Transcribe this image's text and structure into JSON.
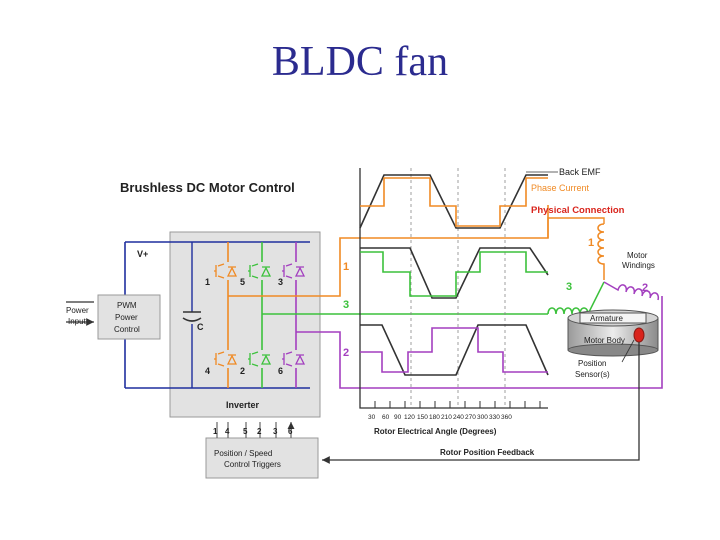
{
  "title": "BLDC fan",
  "diagram": {
    "heading": "Brushless DC Motor Control",
    "v_plus": "V+",
    "capacitor": "C",
    "power_input": [
      "Power",
      "Input"
    ],
    "pwm_box": [
      "PWM",
      "Power",
      "Control"
    ],
    "inverter": "Inverter",
    "switch_numbers": [
      "1",
      "5",
      "3",
      "4",
      "2",
      "6"
    ],
    "phase_numbers": [
      "1",
      "3",
      "2"
    ],
    "trigger_numbers": [
      "1",
      "4",
      "5",
      "2",
      "3",
      "6"
    ],
    "control_box": [
      "Position / Speed",
      "Control Triggers"
    ],
    "back_emf": "Back EMF",
    "phase_current": "Phase Current",
    "physical_connection": "Physical Connection",
    "winding_numbers": [
      "1",
      "3",
      "2"
    ],
    "motor_windings": [
      "Motor",
      "Windings"
    ],
    "armature": "Armature",
    "motor_body": "Motor Body",
    "position_sensor": [
      "Position",
      "Sensor(s)"
    ],
    "angle_ticks": [
      "30",
      "60",
      "90",
      "120",
      "150",
      "180",
      "210",
      "240",
      "270",
      "300",
      "330",
      "360"
    ],
    "angle_axis_label": "Rotor Electrical Angle (Degrees)",
    "feedback_label": "Rotor Position Feedback",
    "colors": {
      "title": "#2b2b8f",
      "phase1": "#f08a24",
      "phase3": "#3cc13c",
      "phase2": "#a33fbf",
      "wire": "#1f2f9e",
      "inverter_bg": "#e2e2e2",
      "accent_red": "#d9241c"
    }
  }
}
